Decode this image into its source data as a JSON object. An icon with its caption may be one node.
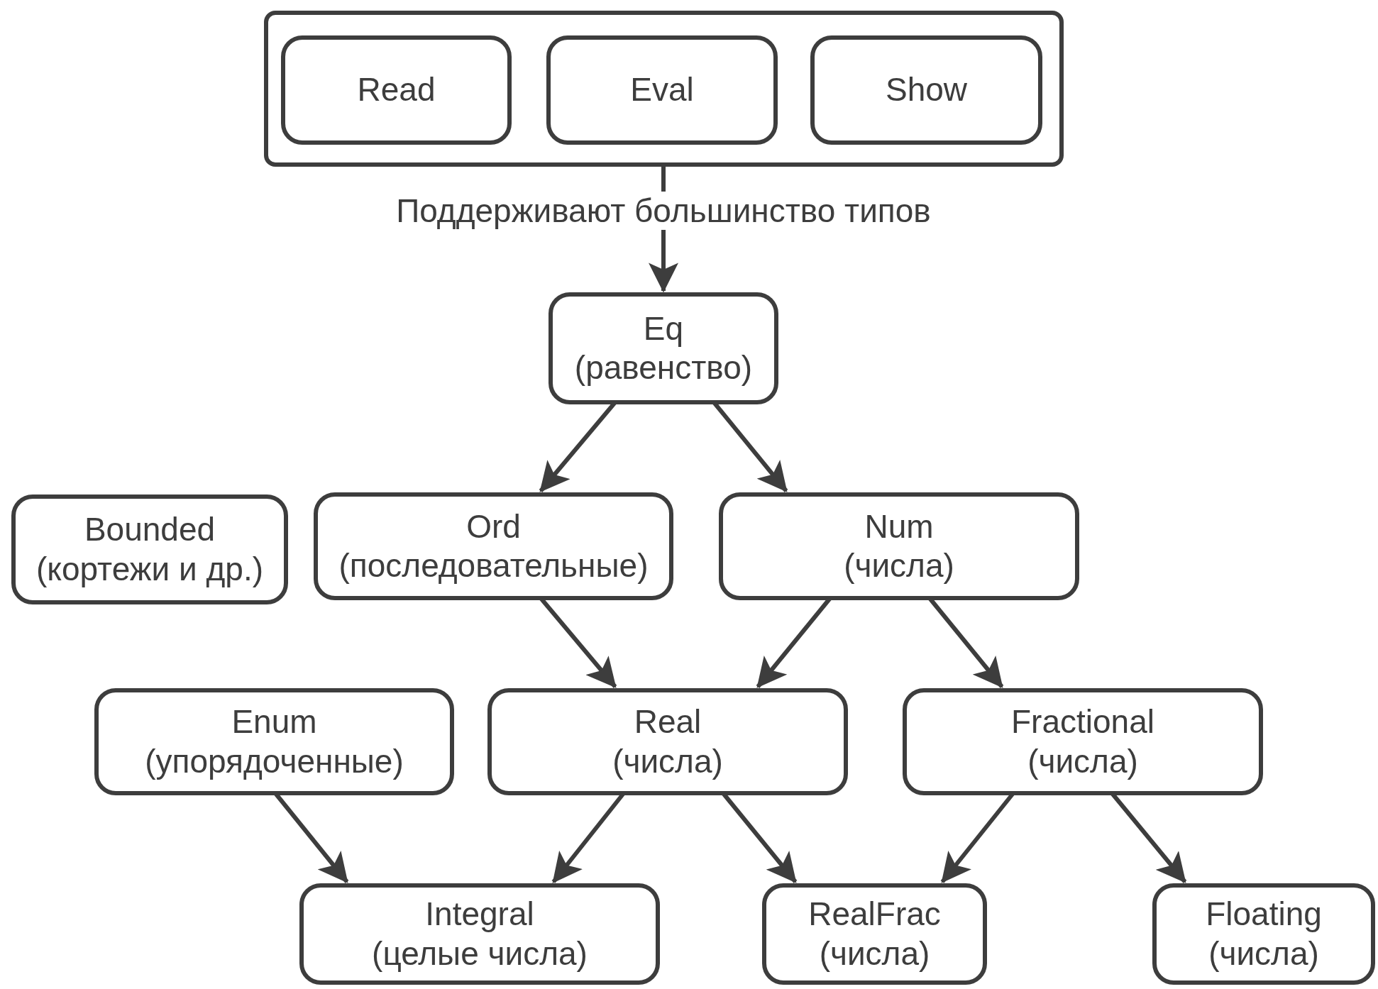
{
  "diagram": {
    "nodes": [
      {
        "text": [],
        "shape": "box"
      },
      {
        "text": [
          "Read"
        ],
        "in": 0
      },
      {
        "text": [
          "Eval"
        ],
        "in": 0
      },
      {
        "text": [
          "Show"
        ],
        "in": 0
      },
      {
        "text": [
          "Eq",
          "(равенство)"
        ]
      },
      {
        "text": [
          "Bounded",
          "(кортежи и др.)"
        ]
      },
      {
        "text": [
          "Ord",
          "(последовательные)"
        ]
      },
      {
        "text": [
          "Num",
          "(числа)"
        ]
      },
      {
        "text": [
          "Enum",
          "(упорядоченные)"
        ]
      },
      {
        "text": [
          "Real",
          "(числа)"
        ]
      },
      {
        "text": [
          "Fractional",
          "(числа)"
        ]
      },
      {
        "text": [
          "Integral",
          "(целые числа)"
        ]
      },
      {
        "text": [
          "RealFrac",
          "(числа)"
        ]
      },
      {
        "text": [
          "Floating",
          "(числа)"
        ]
      }
    ],
    "edges": [
      {
        "from": 0,
        "to": 4,
        "arrow": "to",
        "label": "Поддерживают большинство типов"
      },
      {
        "from": 4,
        "to": 6,
        "arrow": "to"
      },
      {
        "from": 4,
        "to": 7,
        "arrow": "to"
      },
      {
        "from": 6,
        "to": 9,
        "arrow": "to"
      },
      {
        "from": 7,
        "to": 9,
        "arrow": "to"
      },
      {
        "from": 7,
        "to": 10,
        "arrow": "to"
      },
      {
        "from": 8,
        "to": 11,
        "arrow": "to"
      },
      {
        "from": 9,
        "to": 11,
        "arrow": "to"
      },
      {
        "from": 9,
        "to": 12,
        "arrow": "to"
      },
      {
        "from": 10,
        "to": 12,
        "arrow": "to"
      },
      {
        "from": 10,
        "to": 13,
        "arrow": "to"
      }
    ]
  }
}
